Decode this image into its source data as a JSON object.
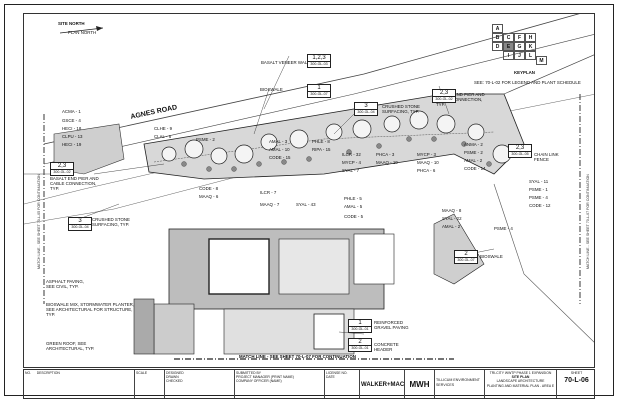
{
  "north": {
    "label": "SITE NORTH",
    "label2": "PLAN NORTH"
  },
  "keyplan": {
    "title": "KEYPLAN",
    "cells": [
      "A",
      "B",
      "C",
      "D",
      "E",
      "F",
      "G",
      "H",
      "I",
      "J",
      "K",
      "L",
      "M"
    ]
  },
  "legend_note": "SEE: 70-L-02 FOR LEGEND AND PLANT SCHEDULE",
  "road_label": "AGNES ROAD",
  "labels": {
    "bioswale_top": "BIOSWALE",
    "basalt_veneer_wall": "BASALT VENEER WALL",
    "crushed_stone_top": "CRUSHED STONE SURFACING, TYP.",
    "basalt_end_pier_right": "BASALT END PIER AND CABLE CONNECTION, TYP.",
    "basalt_end_pier_left": "BASALT END PIER AND CABLE CONNECTION, TYP.",
    "crushed_stone_left": "CRUSHED STONE SURFACING, TYP.",
    "chain_link": "CHAIN LINK FENCE",
    "bioswale_right": "BIOSWALE",
    "reinforced_paving": "REINFORCED GRAVEL PAVING",
    "concrete_header": "CONCRETE HEADER",
    "asphalt_paving": "ASPHALT PAVING, SEE CIVIL, TYP.",
    "bioswale_planter": "BIOSWALE MIX, STORMWATER PLANTER, SEE ARCHITECTURAL FOR STRUCTURE, TYP.",
    "green_roof": "GREEN ROOF, SEE ARCHITECTURAL, TYP.",
    "match_bottom": "MATCH LINE - SEE SHEET 70-L-07 FOR CONTINUATION",
    "match_left": "MATCH LINE - SEE SHEET 70-L-05 FOR CONTINUATION",
    "match_right": "MATCH LINE - SEE SHEET 70-L-07 FOR CONTINUATION"
  },
  "plants": {
    "p1": "ACMA - 1",
    "p2": "GSCE - 4",
    "p3": "HECI - 18",
    "p4": "CLPU - 13",
    "p5": "HECI - 19",
    "p6": "CLHE - 9",
    "p7": "CLAL - 6",
    "p8": "PSME - 2",
    "p9": "AMAL - 3",
    "p10": "AMAL - 10",
    "p11": "CODE - 15",
    "p12": "PHLE - 8",
    "p13": "RIPA - 15",
    "p14": "ILCR - 32",
    "p15": "MYCP - 4",
    "p16": "SYAL - 7",
    "p17": "PHCA - 3",
    "p18": "MAAQ - 10",
    "p19": "MYCP - 3",
    "p20": "MAAQ - 10",
    "p21": "PHCA - 6",
    "p22": "ANMA - 2",
    "p23": "PSME - 2",
    "p24": "AMAL - 2",
    "p25": "CODE - 14",
    "p26": "CODE - 8",
    "p27": "MAAQ - 6",
    "p28": "ILCR - 7",
    "p29": "MAAQ - 7",
    "p30": "SYAL - 43",
    "p31": "PHLE - 5",
    "p32": "AMAL - 5",
    "p33": "CODE - 5",
    "p34": "MAAQ - 8",
    "p35": "SYAL - 22",
    "p36": "AMAL - 2",
    "p37": "PSME - 4",
    "p38": "SYAL - 11",
    "p39": "PSME - 1",
    "p40": "PSME - 4",
    "p41": "CODE - 12"
  },
  "callouts": {
    "c1": {
      "num": "1,2,3",
      "ref": "300-GL-03"
    },
    "c2": {
      "num": "1",
      "ref": "300-GL-07"
    },
    "c3": {
      "num": "3",
      "ref": "300-GL-04"
    },
    "c4": {
      "num": "2,3",
      "ref": "300-GL-02"
    },
    "c5": {
      "num": "2,3",
      "ref": "300-GL-02"
    },
    "c6": {
      "num": "3",
      "ref": "300-GL-04"
    },
    "c7": {
      "num": "2,3",
      "ref": "300-GL-05"
    },
    "c8": {
      "num": "2",
      "ref": "300-GL-07"
    },
    "c9": {
      "num": "1",
      "ref": "300-GL-01"
    },
    "c10": {
      "num": "2",
      "ref": "300-GL-01"
    }
  },
  "titleblock": {
    "scale_label": "SCALE",
    "issue_label": "NO.",
    "description_label": "DESCRIPTION",
    "designed_label": "DESIGNED",
    "drawn_label": "DRAWN",
    "checked_label": "CHECKED",
    "submitted_label": "SUBMITTED BY",
    "project_manager": "PROJECT MANAGER (PRINT NAME)",
    "license_no": "LICENSE NO.",
    "date": "DATE",
    "company_officer": "COMPANY OFFICER (NAME)",
    "firm1": "WALKER+MACY",
    "firm2": "MWH",
    "agency": "TILLICUM ENVIRONMENT SERVICES",
    "project": "TRI-CITY WWTP PHASE 1 EXPANSION",
    "sheet_title1": "SITE PLAN",
    "sheet_title2": "LANDSCAPE ARCHITECTURE",
    "sheet_title3": "PLANTING AND MATERIAL PLAN - AREA E",
    "sheet_label": "SHEET",
    "sheet_no": "70-L-06"
  }
}
